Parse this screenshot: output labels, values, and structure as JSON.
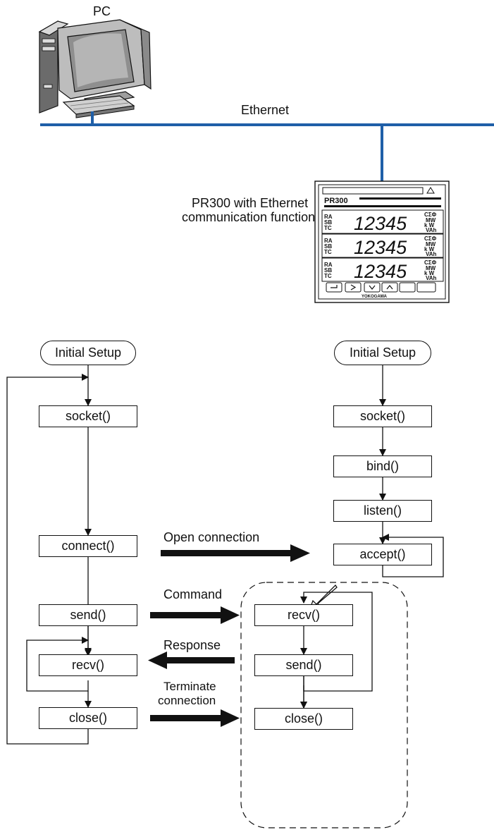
{
  "top": {
    "pc_label": "PC",
    "network_label": "Ethernet",
    "device_label_line1": "PR300 with Ethernet",
    "device_label_line2": "communication function"
  },
  "meter": {
    "brand": "PR300",
    "maker": "YOKOGAWA",
    "readings": [
      "12345",
      "12345",
      "12345"
    ]
  },
  "client": {
    "start": "Initial Setup",
    "socket": "socket()",
    "connect": "connect()",
    "send": "send()",
    "recv": "recv()",
    "close": "close()"
  },
  "server": {
    "start": "Initial Setup",
    "socket": "socket()",
    "bind": "bind()",
    "listen": "listen()",
    "accept": "accept()",
    "recv": "recv()",
    "send": "send()",
    "close": "close()"
  },
  "messages": {
    "open": "Open connection",
    "command": "Command",
    "response": "Response",
    "terminate_line1": "Terminate",
    "terminate_line2": "connection"
  },
  "colors": {
    "network": "#1f5fa8",
    "line": "#111111"
  }
}
